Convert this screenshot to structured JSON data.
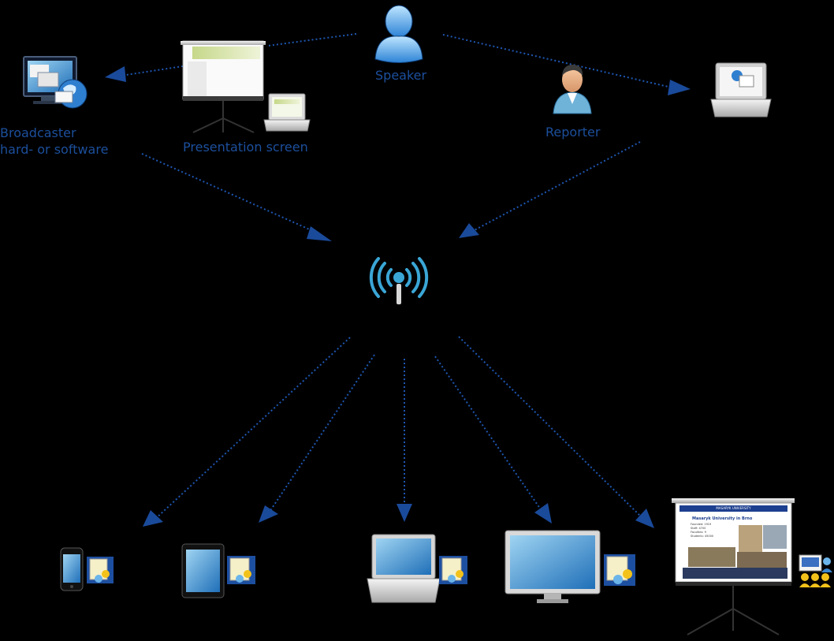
{
  "labels": {
    "speaker": "Speaker",
    "reporter": "Reporter",
    "broadcaster_line1": "Broadcaster",
    "broadcaster_line2": "hard- or software",
    "presentation_screen": "Presentation screen"
  },
  "slide": {
    "header": "MASARYK UNIVERSITY",
    "title": "Masaryk University in Brno",
    "bullets": [
      "Founded: 1919",
      "Staff: 4700",
      "Faculties: 9",
      "Students: 45000"
    ]
  },
  "colors": {
    "background": "#000000",
    "label": "#1c4f9c",
    "arrow": "#1a4a9a",
    "connector": "#1e56b0",
    "antenna": "#3aa6d6"
  },
  "icons": {
    "speaker": "person-icon",
    "reporter": "reporter-icon",
    "broadcaster": "monitor-globe-icon",
    "presentation": "projector-screen-icon",
    "hub": "wireless-antenna-icon",
    "receivers": [
      "smartphone-icon",
      "tablet-icon",
      "laptop-icon",
      "monitor-icon",
      "projector-screen-icon"
    ]
  }
}
